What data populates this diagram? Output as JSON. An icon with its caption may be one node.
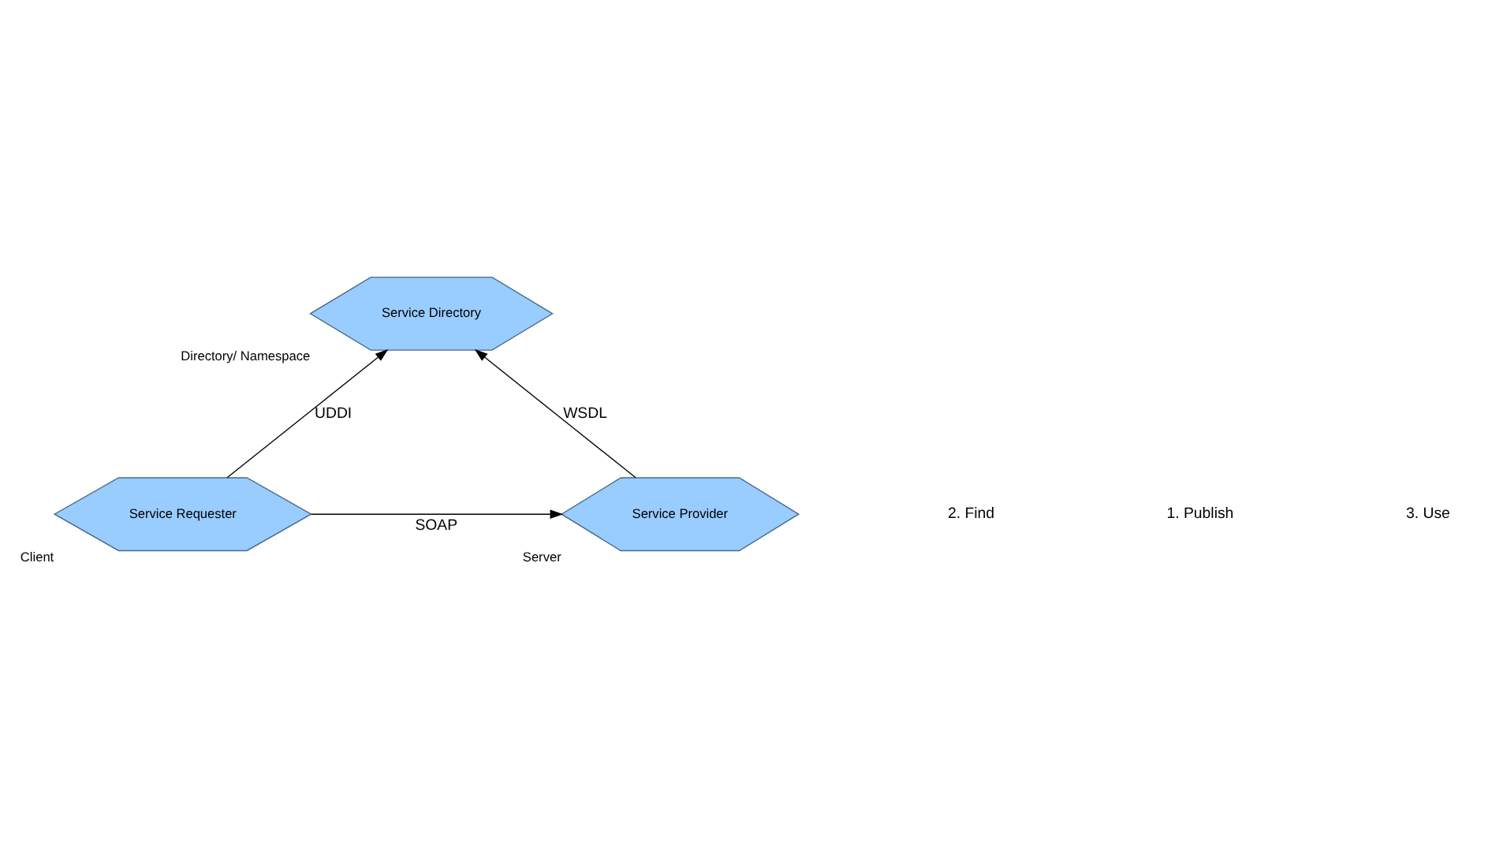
{
  "diagram": {
    "nodes": [
      {
        "text": [
          "Service Directory"
        ],
        "beside": [
          "Directory/ Namespace"
        ]
      },
      {
        "text": [
          "Service Requester"
        ],
        "beside": [
          "Client"
        ]
      },
      {
        "text": [
          "Service Provider"
        ],
        "beside": [
          "Server"
        ]
      }
    ],
    "edges": [
      {
        "from": 2,
        "to": 0,
        "arrow": "to",
        "label": "WSDL"
      },
      {
        "from": 1,
        "to": 0,
        "arrow": "to",
        "label": "UDDI"
      },
      {
        "from": 1,
        "to": 2,
        "arrow": "to",
        "label": "SOAP"
      }
    ],
    "labels": [
      "2. Find",
      "1. Publish",
      "3. Use"
    ]
  }
}
